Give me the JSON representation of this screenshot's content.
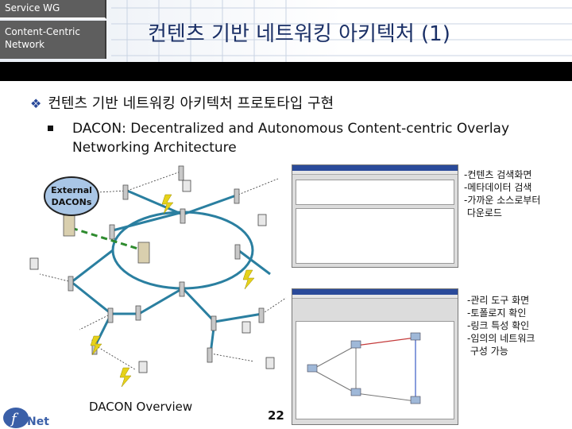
{
  "header": {
    "section_label": "Service WG",
    "sub_label_line1": "Content-Centric",
    "sub_label_line2": "Network",
    "title": "컨텐츠 기반 네트워킹 아키텍처 (1)"
  },
  "bullets": {
    "main": "컨텐츠 기반 네트워킹 아키텍처 프로토타입 구현",
    "sub_line1": "DACON: Decentralized and Autonomous Content-centric Overlay",
    "sub_line2": "Networking Architecture"
  },
  "diagram": {
    "external_label_line1": "External",
    "external_label_line2": "DACONs",
    "caption": "DACON Overview"
  },
  "screenshot_captions": {
    "search": [
      "-컨텐츠 검색화면",
      "-메타데이터 검색",
      "-가까운 소스로부터",
      " 다운로드"
    ],
    "manage": [
      "-관리 도구 화면",
      "-토폴로지 확인",
      "-링크 특성 확인",
      "-임의의 네트워크",
      " 구성 가능"
    ]
  },
  "page_number": "22",
  "logo_text": "Net",
  "colors": {
    "title": "#1a2f66",
    "network_link": "#2a7fa0",
    "overlay_link": "#2e8b2e",
    "diamond": "#2a4a9a"
  }
}
